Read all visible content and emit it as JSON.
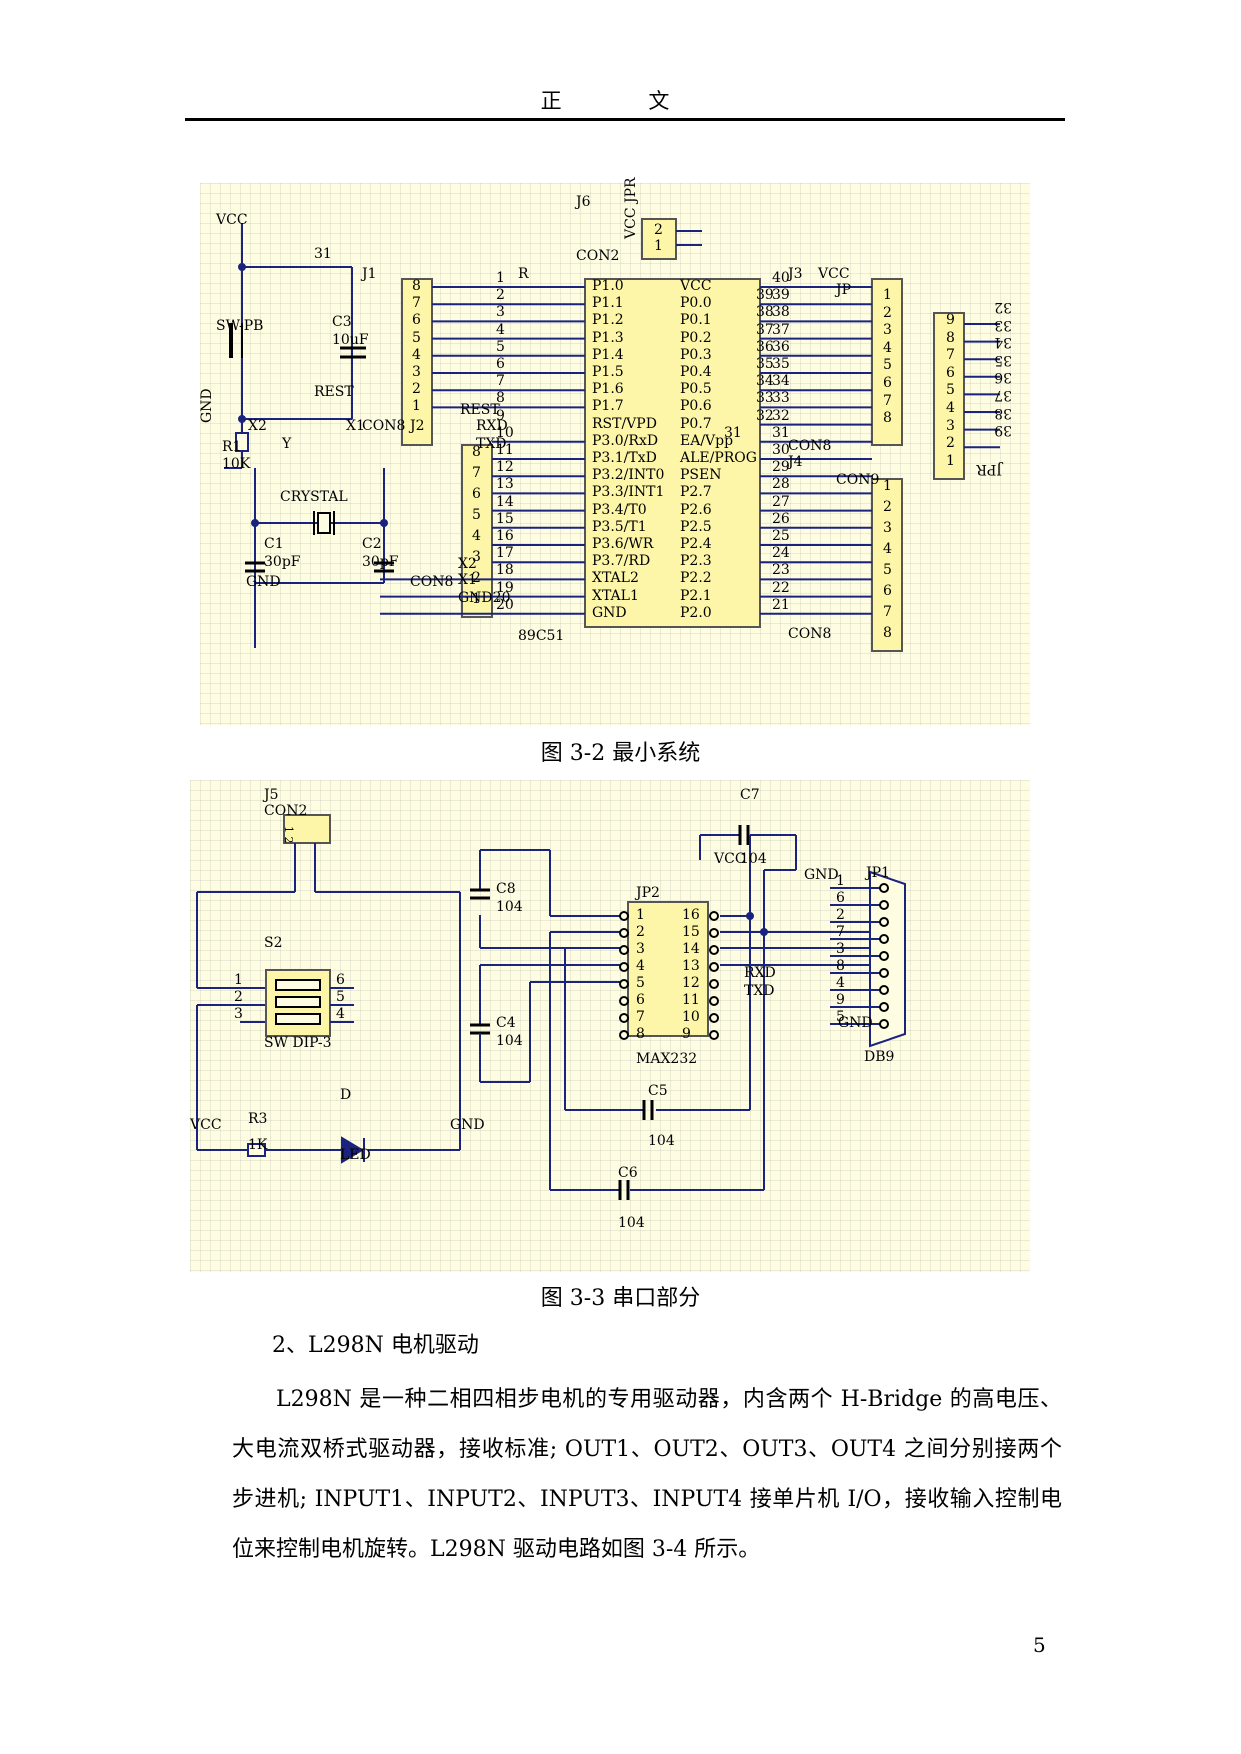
{
  "header": {
    "title": "正 文"
  },
  "figure1": {
    "caption": "图 3-2 最小系统",
    "labels": {
      "vcc": "VCC",
      "net31": "31",
      "swpb": "SW-PB",
      "c3": "C3",
      "c3_val": "10uF",
      "rest": "REST",
      "r1": "R1",
      "r1_val": "10K",
      "gnd_left": "GND",
      "x2": "X2",
      "x1": "X1",
      "y": "Y",
      "crystal": "CRYSTAL",
      "c1": "C1",
      "c1_val": "30pF",
      "c2": "C2",
      "c2_val": "30pF",
      "gnd_bottom": "GND",
      "j1": "J1",
      "j1_name": "CON8",
      "j2": "J2",
      "j2_name": "CON8",
      "u_ref": "R",
      "u_name": "89C51",
      "j6": "J6",
      "j6_name": "CON2",
      "j6_net": "VCC JPR",
      "j3": "J3",
      "j3_name": "CON8",
      "j3_vcc": "VCC",
      "j4": "J4",
      "j4_name": "CON8",
      "jp": "JP",
      "jp_name": "CON9",
      "jp_net": "JPR",
      "rxd": "RXD",
      "txd": "TXD",
      "net_x2": "X2",
      "net_x1": "X1",
      "net_gnd": "GND20",
      "rest_pin": "REST"
    },
    "left_pins": [
      "P1.0",
      "P1.1",
      "P1.2",
      "P1.3",
      "P1.4",
      "P1.5",
      "P1.6",
      "P1.7",
      "RST/VPD",
      "P3.0/RxD",
      "P3.1/TxD",
      "P3.2/INT0",
      "P3.3/INT1",
      "P3.4/T0",
      "P3.5/T1",
      "P3.6/WR",
      "P3.7/RD",
      "XTAL2",
      "XTAL1",
      "GND"
    ],
    "left_nums": [
      "1",
      "2",
      "3",
      "4",
      "5",
      "6",
      "7",
      "8",
      "9",
      "10",
      "11",
      "12",
      "13",
      "14",
      "15",
      "16",
      "17",
      "18",
      "19",
      "20"
    ],
    "right_pins": [
      "VCC",
      "P0.0",
      "P0.1",
      "P0.2",
      "P0.3",
      "P0.4",
      "P0.5",
      "P0.6",
      "P0.7",
      "EA/Vpp",
      "ALE/PROG",
      "PSEN",
      "P2.7",
      "P2.6",
      "P2.5",
      "P2.4",
      "P2.3",
      "P2.2",
      "P2.1",
      "P2.0"
    ],
    "right_nums": [
      "40",
      "39",
      "38",
      "37",
      "36",
      "35",
      "34",
      "33",
      "32",
      "31",
      "30",
      "29",
      "28",
      "27",
      "26",
      "25",
      "24",
      "23",
      "22",
      "21"
    ],
    "j1_pins": [
      "8",
      "7",
      "6",
      "5",
      "4",
      "3",
      "2",
      "1"
    ],
    "j2_pins": [
      "8",
      "7",
      "6",
      "5",
      "4",
      "3",
      "2",
      "1"
    ],
    "j3_pins": [
      "1",
      "2",
      "3",
      "4",
      "5",
      "6",
      "7",
      "8"
    ],
    "j4_pins": [
      "1",
      "2",
      "3",
      "4",
      "5",
      "6",
      "7",
      "8"
    ],
    "jp_pins": [
      "9",
      "8",
      "7",
      "6",
      "5",
      "4",
      "3",
      "2",
      "1"
    ],
    "jp_nets": [
      "32",
      "33",
      "34",
      "35",
      "36",
      "37",
      "38",
      "39"
    ],
    "j3_nets": [
      "39",
      "38",
      "37",
      "36",
      "35",
      "34",
      "33",
      "32"
    ],
    "j6_pins": [
      "2",
      "1"
    ],
    "ea_net": "31"
  },
  "figure2": {
    "caption": "图 3-3 串口部分",
    "labels": {
      "j5": "J5",
      "j5_name": "CON2",
      "j5_pins": "1 2",
      "s2": "S2",
      "s2_name": "SW DIP-3",
      "vcc": "VCC",
      "r3": "R3",
      "r3_val": "1K",
      "d": "D",
      "led": "LED",
      "gnd": "GND",
      "c8": "C8",
      "c8_val": "104",
      "c4": "C4",
      "c4_val": "104",
      "c7": "C7",
      "c7_vcc": "VCC",
      "c7_val": "104",
      "gnd_c7": "GND",
      "jp2": "JP2",
      "max": "MAX232",
      "rxd": "RXD",
      "txd": "TXD",
      "c5": "C5",
      "c5_val": "104",
      "c6": "C6",
      "c6_val": "104",
      "jp1": "JP1",
      "db9": "DB9",
      "gnd_db9": "GND"
    },
    "s2_left": [
      "1",
      "2",
      "3"
    ],
    "s2_right": [
      "6",
      "5",
      "4"
    ],
    "max_left": [
      "1",
      "2",
      "3",
      "4",
      "5",
      "6",
      "7",
      "8"
    ],
    "max_right": [
      "16",
      "15",
      "14",
      "13",
      "12",
      "11",
      "10",
      "9"
    ],
    "db9_pins": [
      "1",
      "6",
      "2",
      "7",
      "3",
      "8",
      "4",
      "9",
      "5"
    ]
  },
  "section": {
    "title": "2、L298N 电机驱动"
  },
  "paragraph": "L298N 是一种二相四相步电机的专用驱动器，内含两个 H-Bridge 的高电压、大电流双桥式驱动器，接收标准; OUT1、OUT2、OUT3、OUT4 之间分别接两个步进机; INPUT1、INPUT2、INPUT3、INPUT4 接单片机 I/O，接收输入控制电位来控制电机旋转。L298N 驱动电路如图 3-4 所示。",
  "page_number": "5"
}
